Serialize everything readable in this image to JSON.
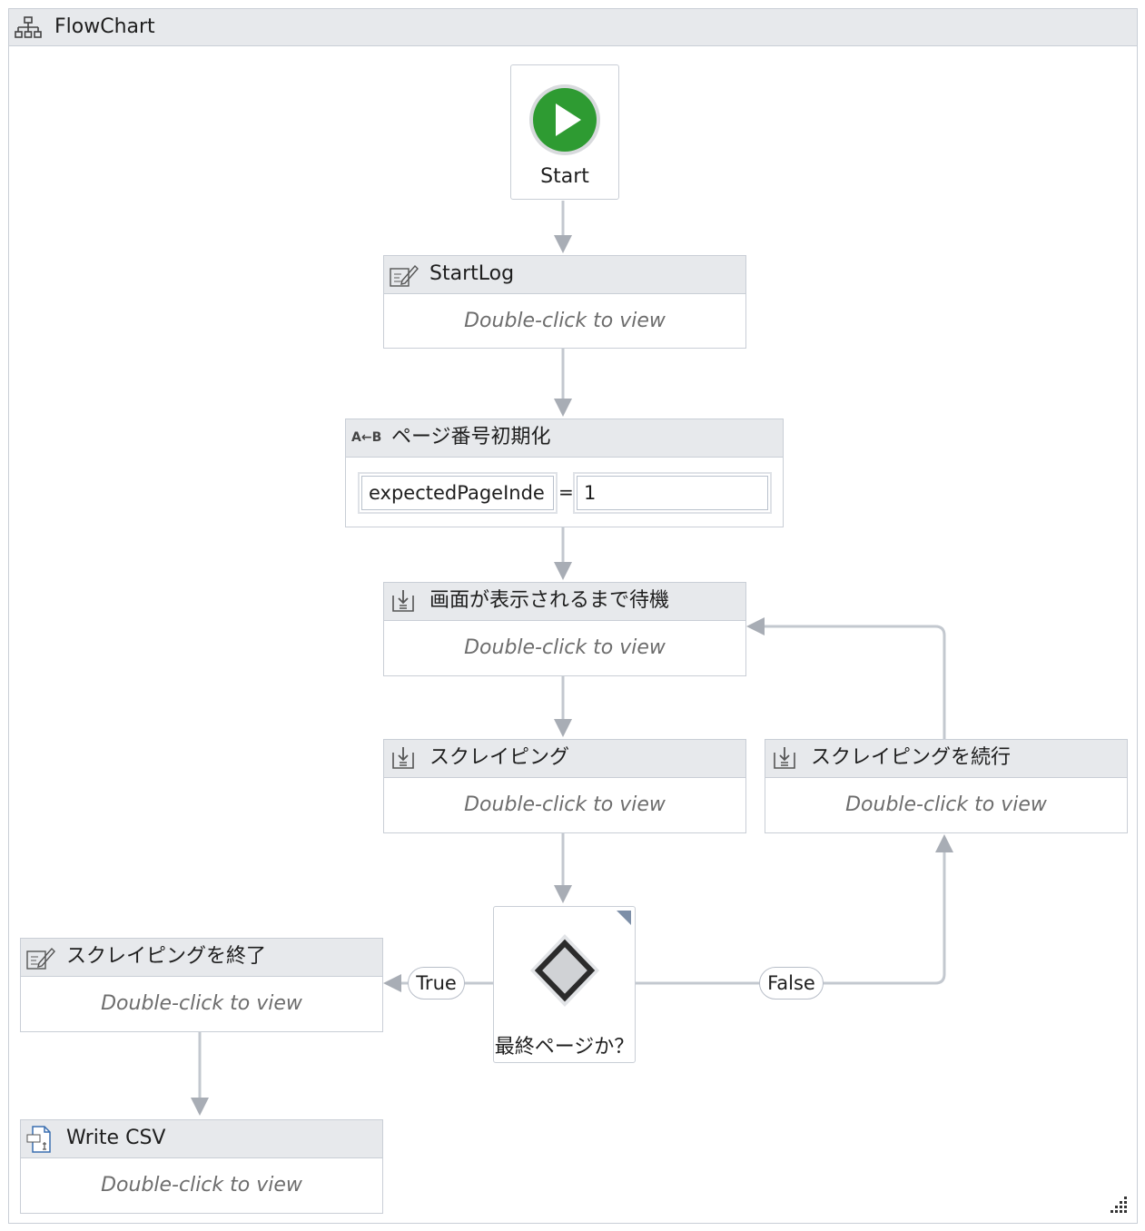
{
  "flowchart": {
    "title": "FlowChart",
    "title_icon": "flowchart-icon",
    "start": {
      "label": "Start",
      "icon": "play-icon",
      "color": "#2e9b32"
    },
    "activities": {
      "startlog": {
        "title": "StartLog",
        "icon": "log-message-icon",
        "hint": "Double-click to view"
      },
      "assign": {
        "title": "ページ番号初期化",
        "icon": "assign-icon",
        "icon_text": "A←B",
        "to": "expectedPageInde",
        "operator": "=",
        "value": "1"
      },
      "wait": {
        "title": "画面が表示されるまで待機",
        "icon": "invoke-workflow-icon",
        "hint": "Double-click to view"
      },
      "scraping": {
        "title": "スクレイピング",
        "icon": "invoke-workflow-icon",
        "hint": "Double-click to view"
      },
      "continue": {
        "title": "スクレイピングを続行",
        "icon": "invoke-workflow-icon",
        "hint": "Double-click to view"
      },
      "end": {
        "title": "スクレイピングを終了",
        "icon": "log-message-icon",
        "hint": "Double-click to view"
      },
      "writecsv": {
        "title": "Write CSV",
        "icon": "csv-file-icon",
        "hint": "Double-click to view"
      }
    },
    "decision": {
      "label": "最終ページか？",
      "icon": "decision-diamond-icon",
      "true_label": "True",
      "false_label": "False"
    }
  }
}
